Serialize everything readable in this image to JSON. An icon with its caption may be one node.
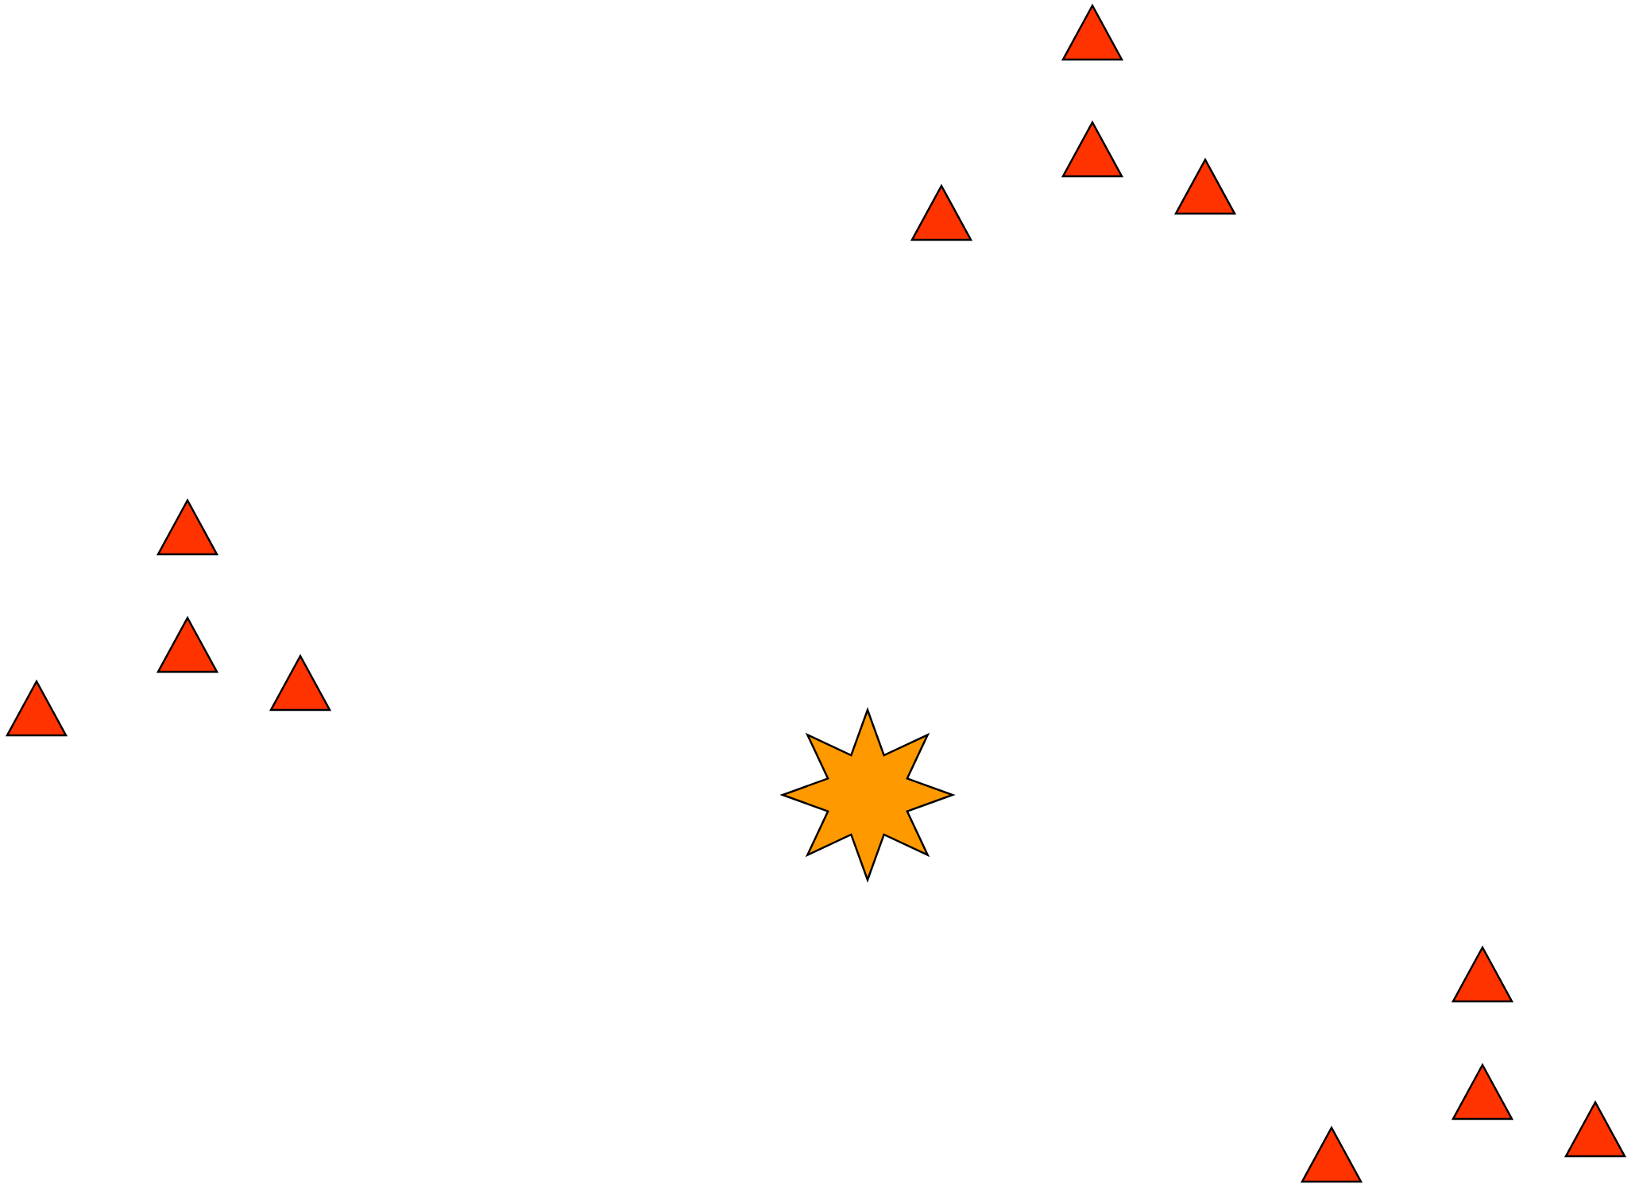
{
  "diagram": {
    "nodes": [
      {
        "text": [],
        "shape": "triangle"
      },
      {
        "text": [],
        "shape": "triangle"
      },
      {
        "text": [],
        "shape": "triangle"
      },
      {
        "text": [],
        "shape": "triangle"
      },
      {
        "text": [],
        "shape": "triangle"
      },
      {
        "text": [],
        "shape": "triangle"
      },
      {
        "text": [],
        "shape": "triangle"
      },
      {
        "text": [],
        "shape": "triangle"
      },
      {
        "text": [],
        "shape": "star"
      },
      {
        "text": [],
        "shape": "triangle"
      },
      {
        "text": [],
        "shape": "triangle"
      },
      {
        "text": [],
        "shape": "triangle"
      },
      {
        "text": [],
        "shape": "triangle"
      }
    ]
  }
}
